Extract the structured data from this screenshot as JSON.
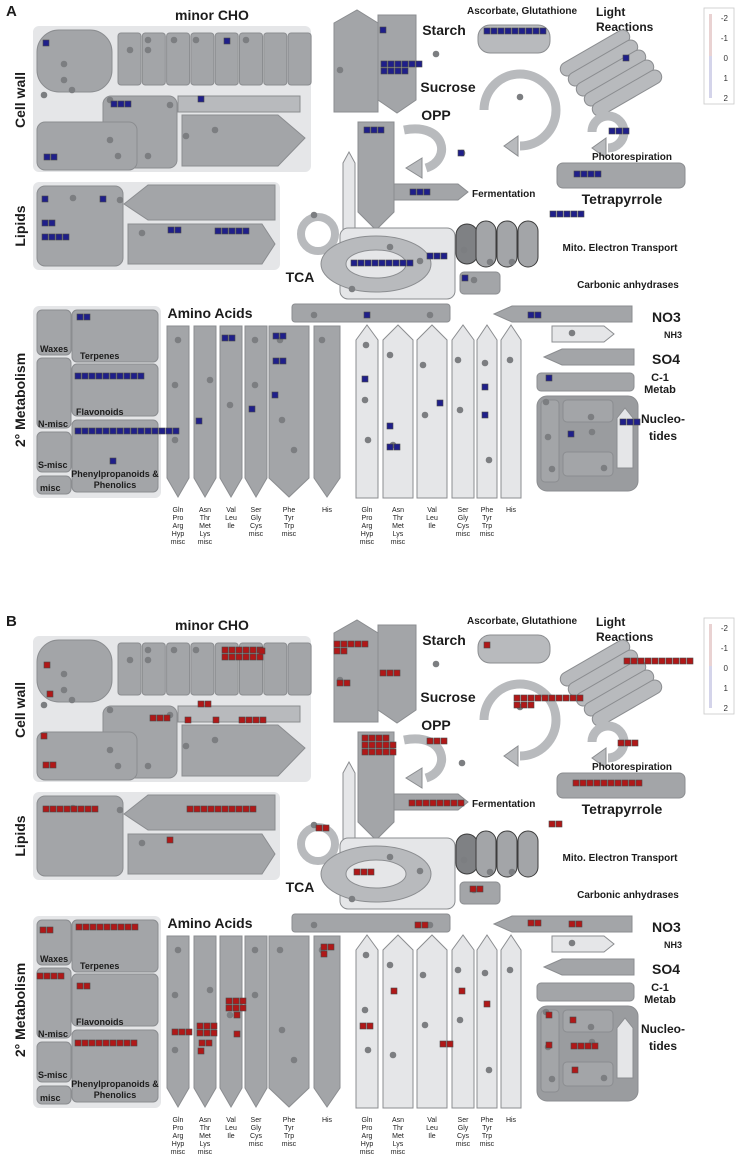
{
  "panels": [
    {
      "id": "A",
      "letter": "A",
      "box_color": "#1f1f8a",
      "scale": {
        "ticks": [
          "-2",
          "-1",
          "0",
          "1",
          "2"
        ]
      },
      "labels": {
        "minor_cho": "minor CHO",
        "cell_wall": "Cell wall",
        "lipids": "Lipids",
        "starch": "Starch",
        "sucrose": "Sucrose",
        "opp": "OPP",
        "ascorbate": "Ascorbate, Glutathione",
        "light_1": "Light",
        "light_2": "Reactions",
        "photorespiration": "Photorespiration",
        "fermentation": "Fermentation",
        "tetrapyrrole": "Tetrapyrrole",
        "mito": "Mito. Electron Transport",
        "tca": "TCA",
        "carbonic": "Carbonic anhydrases",
        "amino_acids": "Amino Acids",
        "no3": "NO3",
        "nh3": "NH3",
        "so4": "SO4",
        "c1_1": "C-1",
        "c1_2": "Metab",
        "nucleo_1": "Nucleo-",
        "nucleo_2": "tides",
        "secondary": "2° Metabolism",
        "waxes": "Waxes",
        "terpenes": "Terpenes",
        "n_misc": "N-misc",
        "flavonoids": "Flavonoids",
        "s_misc": "S-misc",
        "misc": "misc",
        "phenyl_1": "Phenylpropanoids &",
        "phenyl_2": "Phenolics"
      },
      "aa_groups": [
        [
          "Gln",
          "Pro",
          "Arg",
          "Hyp",
          "misc"
        ],
        [
          "Asn",
          "Thr",
          "Met",
          "Lys",
          "misc"
        ],
        [
          "Val",
          "Leu",
          "Ile"
        ],
        [
          "Ser",
          "Gly",
          "Cys",
          "misc"
        ],
        [
          "Phe",
          "Tyr",
          "Trp",
          "misc"
        ],
        [
          "His"
        ]
      ]
    },
    {
      "id": "B",
      "letter": "B",
      "box_color": "#b01818",
      "scale": {
        "ticks": [
          "-2",
          "-1",
          "0",
          "1",
          "2"
        ]
      },
      "labels": {
        "minor_cho": "minor CHO",
        "cell_wall": "Cell wall",
        "lipids": "Lipids",
        "starch": "Starch",
        "sucrose": "Sucrose",
        "opp": "OPP",
        "ascorbate": "Ascorbate, Glutathione",
        "light_1": "Light",
        "light_2": "Reactions",
        "photorespiration": "Photorespiration",
        "fermentation": "Fermentation",
        "tetrapyrrole": "Tetrapyrrole",
        "mito": "Mito. Electron Transport",
        "tca": "TCA",
        "carbonic": "Carbonic anhydrases",
        "amino_acids": "Amino Acids",
        "no3": "NO3",
        "nh3": "NH3",
        "so4": "SO4",
        "c1_1": "C-1",
        "c1_2": "Metab",
        "nucleo_1": "Nucleo-",
        "nucleo_2": "tides",
        "secondary": "2° Metabolism",
        "waxes": "Waxes",
        "terpenes": "Terpenes",
        "n_misc": "N-misc",
        "flavonoids": "Flavonoids",
        "s_misc": "S-misc",
        "misc": "misc",
        "phenyl_1": "Phenylpropanoids &",
        "phenyl_2": "Phenolics"
      },
      "aa_groups": [
        [
          "Gln",
          "Pro",
          "Arg",
          "Hyp",
          "misc"
        ],
        [
          "Asn",
          "Thr",
          "Met",
          "Lys",
          "misc"
        ],
        [
          "Val",
          "Leu",
          "Ile"
        ],
        [
          "Ser",
          "Gly",
          "Cys",
          "misc"
        ],
        [
          "Phe",
          "Tyr",
          "Trp",
          "misc"
        ],
        [
          "His"
        ]
      ]
    }
  ]
}
